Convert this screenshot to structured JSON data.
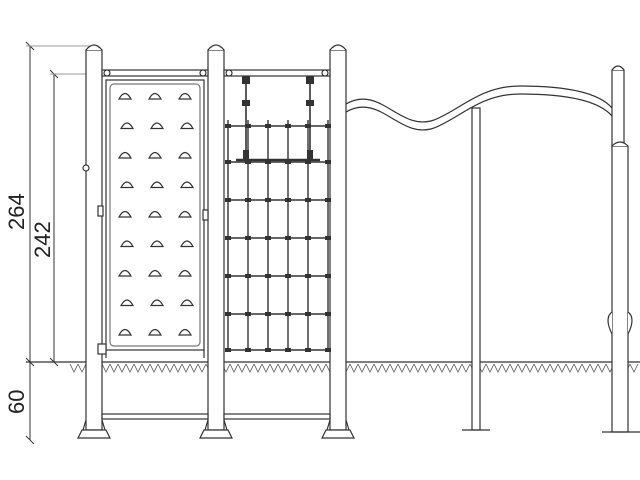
{
  "dimensions": {
    "total_height": "264",
    "platform_height": "242",
    "foundation_depth": "60"
  },
  "colors": {
    "stroke": "#333333",
    "light_stroke": "#777777",
    "fill": "#ffffff",
    "hold": "#333333"
  }
}
